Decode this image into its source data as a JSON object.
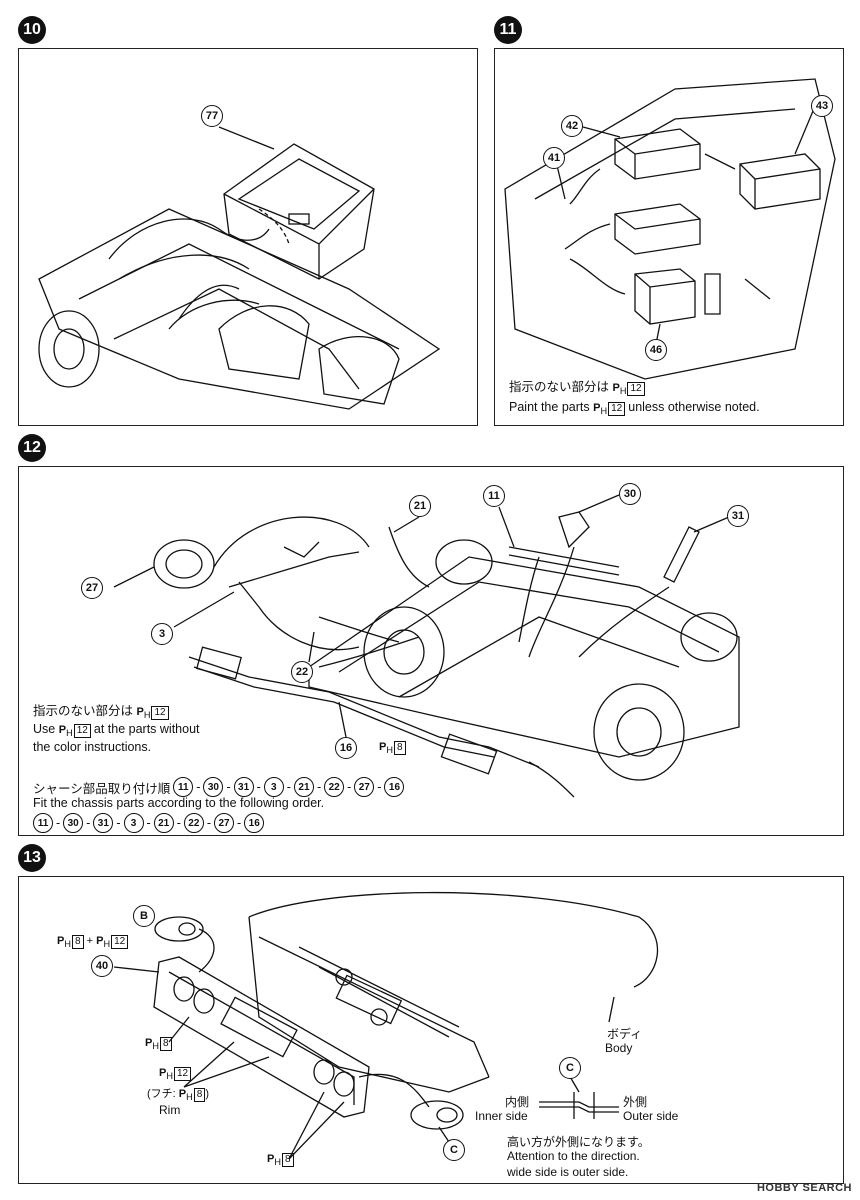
{
  "steps": {
    "s10": "10",
    "s11": "11",
    "s12": "12",
    "s13": "13"
  },
  "parts": {
    "p77": "77",
    "p42": "42",
    "p41": "41",
    "p43": "43",
    "p46": "46",
    "p21": "21",
    "p11": "11",
    "p30": "30",
    "p31": "31",
    "p27": "27",
    "p3": "3",
    "p22": "22",
    "p16": "16",
    "p40": "40",
    "pB": "B",
    "pC": "C",
    "pC2": "C"
  },
  "paint": {
    "prefix": "P",
    "sub": "H",
    "c12": "12",
    "c8": "8",
    "plus": "+"
  },
  "step11": {
    "note_jp": "指示のない部分は",
    "note_en_pre": "Paint the parts",
    "note_en_post": "unless otherwise noted."
  },
  "step12": {
    "note_jp": "指示のない部分は",
    "note_en_1": "Use",
    "note_en_2": "at the parts without",
    "note_en_3": "the color instructions.",
    "order_jp": "シャーシ部品取り付け順",
    "order_en": "Fit the chassis parts according to the following order.",
    "order": [
      "11",
      "30",
      "31",
      "3",
      "21",
      "22",
      "27",
      "16"
    ]
  },
  "step13": {
    "body_jp": "ボディ",
    "body_en": "Body",
    "rim_jp": "(フチ:",
    "rim_jp_close": ")",
    "rim_en": "Rim",
    "inner_jp": "内側",
    "inner_en": "Inner side",
    "outer_jp": "外側",
    "outer_en": "Outer side",
    "dir_jp": "高い方が外側になります。",
    "dir_en_1": "Attention to the direction.",
    "dir_en_2": "wide side is outer side."
  },
  "watermark": "HOBBY SEARCH"
}
